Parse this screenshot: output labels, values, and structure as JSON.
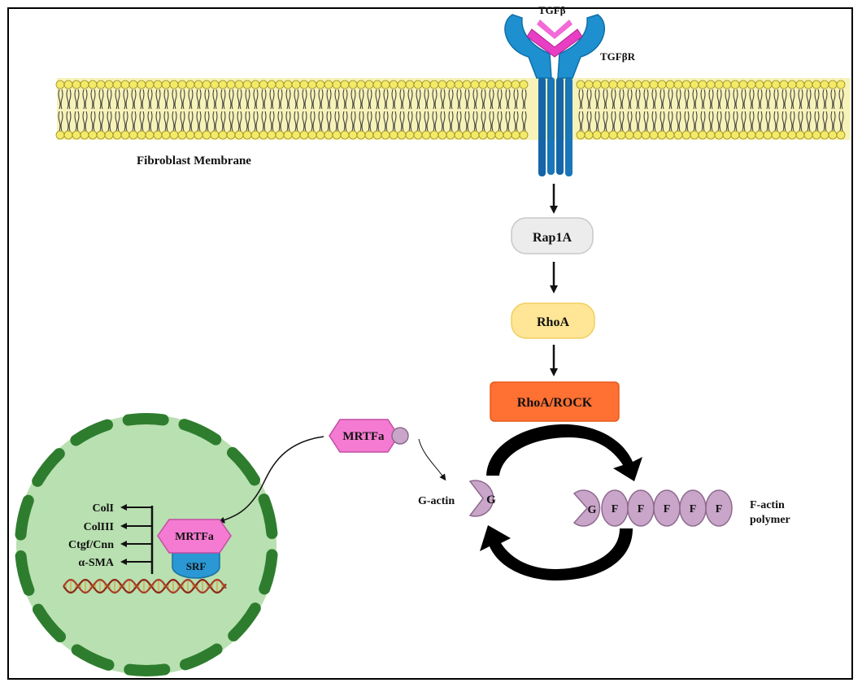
{
  "receptor": {
    "ligand_label": "TGFβ",
    "receptor_label": "TGFβR"
  },
  "membrane": {
    "label": "Fibroblast Membrane"
  },
  "pathway": {
    "rap1a": "Rap1A",
    "rhoa": "RhoA",
    "rhoa_rock": "RhoA/ROCK"
  },
  "actin": {
    "g_actin_label": "G-actin",
    "g_letter": "G",
    "polymer_g_letter": "G",
    "f_letters": [
      "F",
      "F",
      "F",
      "F",
      "F"
    ],
    "f_actin_label_line1": "F-actin",
    "f_actin_label_line2": "polymer"
  },
  "cytoplasm": {
    "mrtfa_label": "MRTFa"
  },
  "nucleus": {
    "mrtfa_label": "MRTFa",
    "srf_label": "SRF",
    "target_genes": [
      "ColI",
      "ColIII",
      "Ctgf/Cnn",
      "α-SMA"
    ]
  },
  "colors": {
    "rap1a_fill": "#ececec",
    "rhoa_fill": "#ffe596",
    "rock_fill": "#ff7033",
    "mrtfa_fill": "#f47bd1",
    "srf_fill": "#2a98d4",
    "actin_fill": "#c9a5c9",
    "nucleus_fill": "#b8e0b0",
    "nuclear_envelope": "#2e7d2e",
    "membrane_yellow": "#f4ea6a",
    "receptor_blue": "#1e90d0",
    "ligand_magenta": "#e83ec4"
  }
}
